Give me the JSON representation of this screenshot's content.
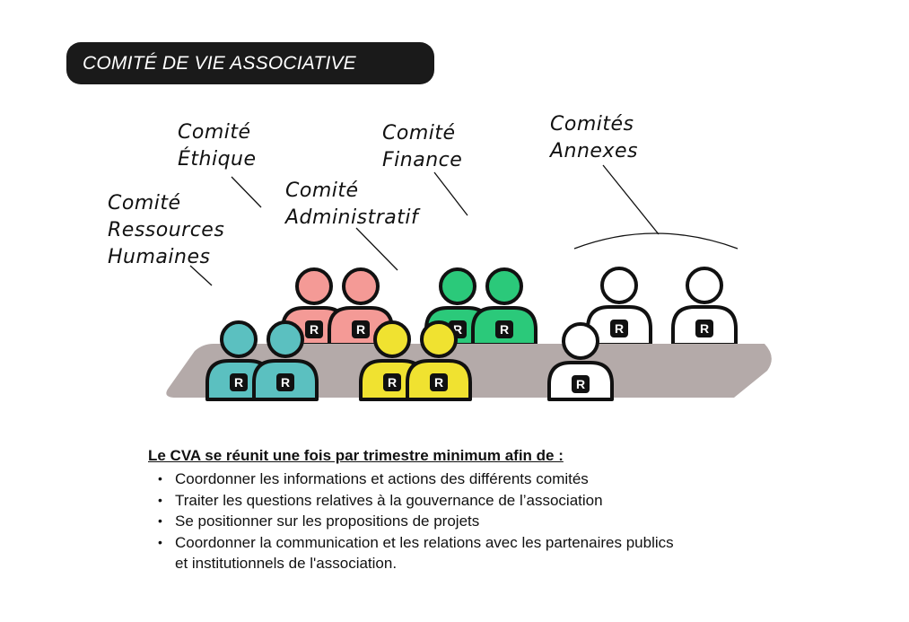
{
  "title": "COMITÉ DE VIE ASSOCIATIVE",
  "committees": [
    {
      "name": "Comité Ressources Humaines",
      "lines": [
        "Comité",
        "Ressources",
        "Humaines"
      ],
      "color": "#5bc0c0"
    },
    {
      "name": "Comité Éthique",
      "lines": [
        "Comité",
        "Éthique"
      ],
      "color": "#f49a96"
    },
    {
      "name": "Comité Administratif",
      "lines": [
        "Comité",
        "Administratif"
      ],
      "color": "#f0e230"
    },
    {
      "name": "Comité Finance",
      "lines": [
        "Comité",
        "Finance"
      ],
      "color": "#2bc97a"
    },
    {
      "name": "Comités Annexes",
      "lines": [
        "Comités",
        "Annexes"
      ],
      "color": "#ffffff"
    }
  ],
  "badge_letter": "R",
  "table_color": "#b4aaa9",
  "info": {
    "heading": "Le CVA se réunit une fois par trimestre minimum afin de :",
    "items": [
      "Coordonner les informations et actions des différents comités",
      "Traiter les questions relatives à la gouvernance de l’association",
      "Se positionner sur les propositions de projets",
      "Coordonner la communication et les relations avec les partenaires publics",
      "et institutionnels de l'association."
    ]
  }
}
